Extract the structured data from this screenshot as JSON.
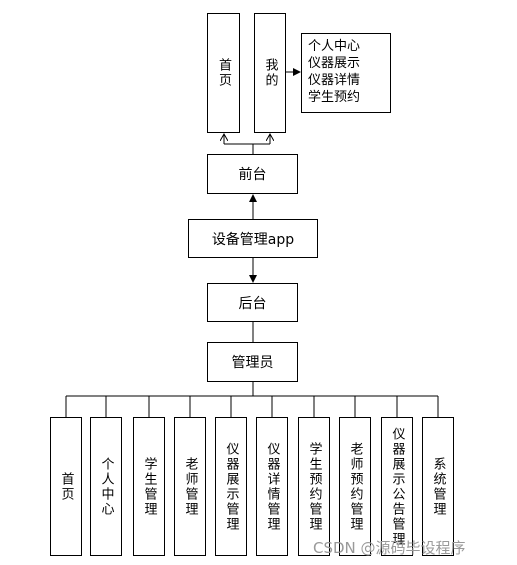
{
  "frontend": {
    "tabs": [
      {
        "label": "首页"
      },
      {
        "label": "我的"
      }
    ],
    "my_items": [
      "个人中心",
      "仪器展示",
      "仪器详情",
      "学生预约"
    ],
    "label": "前台"
  },
  "app": {
    "label": "设备管理app"
  },
  "backend": {
    "label": "后台",
    "role": "管理员",
    "modules": [
      {
        "label": "首页"
      },
      {
        "label": "个人中心"
      },
      {
        "label": "学生管理"
      },
      {
        "label": "老师管理"
      },
      {
        "label": "仪器展示管理"
      },
      {
        "label": "仪器详情管理"
      },
      {
        "label": "学生预约管理"
      },
      {
        "label": "老师预约管理"
      },
      {
        "label": "仪器展示公告管理"
      },
      {
        "label": "系统管理"
      }
    ]
  },
  "watermark": "CSDN @源码毕设程序"
}
